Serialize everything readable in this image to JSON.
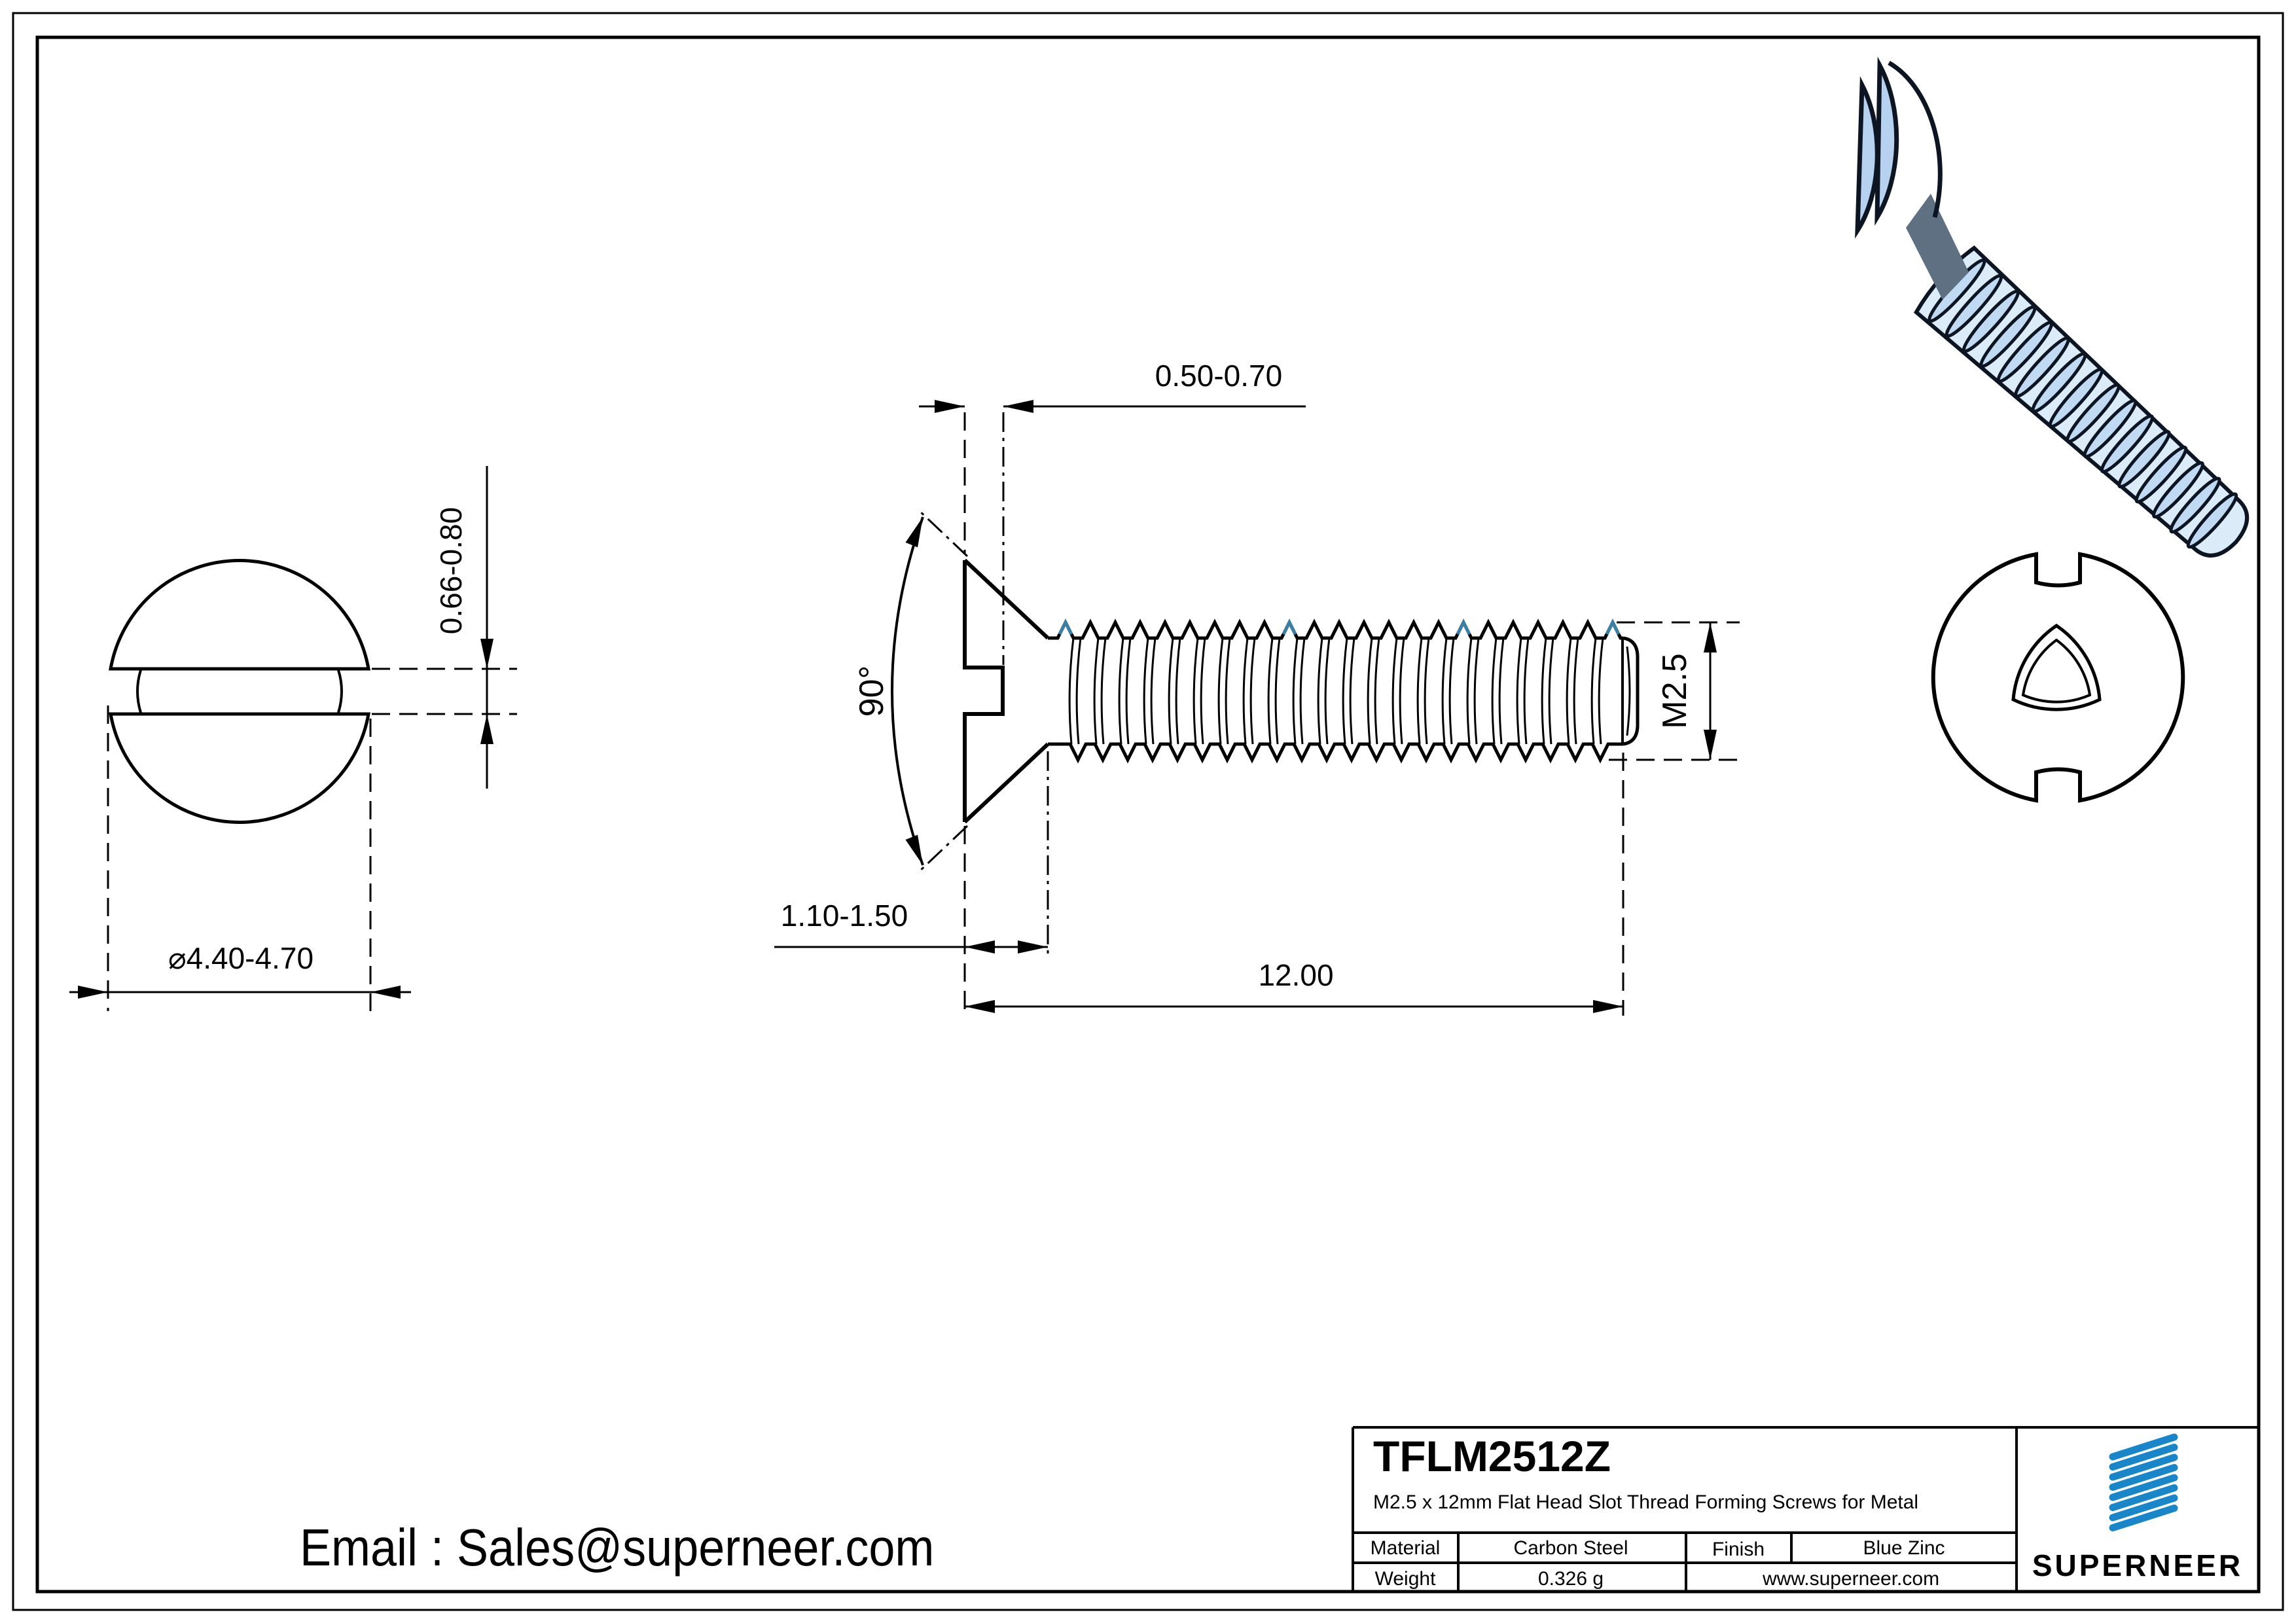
{
  "dimensions": {
    "slot_depth": "0.50-0.70",
    "slot_width": "0.66-0.80",
    "head_diameter": "⌀4.40-4.70",
    "head_height": "1.10-1.50",
    "length": "12.00",
    "thread": "M2.5",
    "countersink_angle": "90°"
  },
  "contact": {
    "email": "Email : Sales@superneer.com"
  },
  "title_block": {
    "part_number": "TFLM2512Z",
    "description": "M2.5 x 12mm Flat Head Slot Thread Forming Screws for Metal",
    "material_label": "Material",
    "material_value": "Carbon Steel",
    "finish_label": "Finish",
    "finish_value": "Blue Zinc",
    "weight_label": "Weight",
    "weight_value": "0.326 g",
    "website": "www.superneer.com",
    "brand": "SUPERNEER"
  },
  "colors": {
    "ink": "#000000",
    "accent_blue": "#1886c9",
    "link_blue": "#1886c9",
    "thread_tip_blue": "#3a7fa6",
    "render_lobe": "#b7d1f0",
    "render_shank": "#dcebf8",
    "render_rib": "#bfdaf2",
    "render_cone": "#5e7082",
    "render_outline": "#0d1422"
  }
}
